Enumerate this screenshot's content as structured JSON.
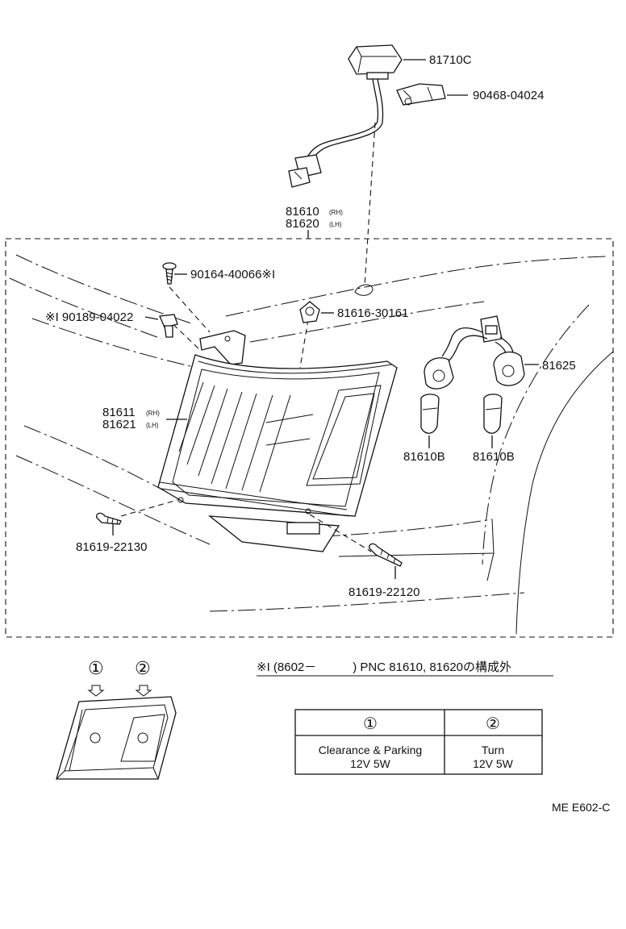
{
  "labels": {
    "p81710c": "81710C",
    "p90468": "90468-04024",
    "p81610": "81610",
    "p81610_rh": "(RH)",
    "p81620": "81620",
    "p81620_lh": "(LH)",
    "p90164": "90164-40066※I",
    "p90189": "※I 90189-04022",
    "p81616": "81616-30161",
    "p81625": "81625",
    "p81611": "81611",
    "p81611_rh": "(RH)",
    "p81621": "81621",
    "p81621_lh": "(LH)",
    "p81610b_left": "81610B",
    "p81610b_right": "81610B",
    "p81619_22130": "81619-22130",
    "p81619_22120": "81619-22120"
  },
  "note": {
    "text": "※I (8602－　　　) PNC 81610, 81620の構成外"
  },
  "inset": {
    "marker1": "①",
    "marker2": "②"
  },
  "table": {
    "headers": [
      "①",
      "②"
    ],
    "cells": [
      [
        "Clearance & Parking",
        "Turn"
      ],
      [
        "12V 5W",
        "12V 5W"
      ]
    ]
  },
  "diagram_code": "ME E602-C"
}
